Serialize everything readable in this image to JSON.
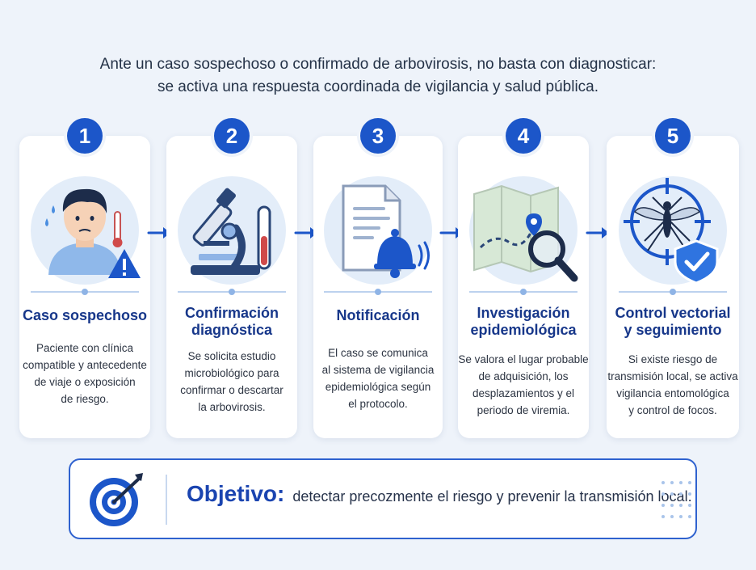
{
  "intro": {
    "line1": "Ante un caso sospechoso o confirmado de arbovirosis, no basta con diagnosticar:",
    "line2": "se activa una respuesta coordinada de vigilancia y salud pública."
  },
  "steps": [
    {
      "number": "1",
      "title": [
        "Caso sospechoso",
        ""
      ],
      "desc": [
        "Paciente con clínica",
        "compatible y antecedente",
        "de viaje o exposición",
        "de riesgo."
      ],
      "icon": "patient-warning-icon"
    },
    {
      "number": "2",
      "title": [
        "Confirmación",
        "diagnóstica"
      ],
      "desc": [
        "Se solicita estudio",
        "microbiológico para",
        "confirmar o descartar",
        "la arbovirosis."
      ],
      "icon": "microscope-icon"
    },
    {
      "number": "3",
      "title": [
        "Notificación",
        ""
      ],
      "desc": [
        "El caso se comunica",
        "al sistema de vigilancia",
        "epidemiológica según",
        "el protocolo."
      ],
      "icon": "document-bell-icon"
    },
    {
      "number": "4",
      "title": [
        "Investigación",
        "epidemiológica"
      ],
      "desc": [
        "Se valora el lugar probable",
        "de adquisición, los",
        "desplazamientos y el",
        "periodo de viremia."
      ],
      "icon": "map-magnifier-icon"
    },
    {
      "number": "5",
      "title": [
        "Control vectorial",
        "y seguimiento"
      ],
      "desc": [
        "Si existe riesgo de",
        "transmisión local, se activa",
        "vigilancia entomológica",
        "y control de focos."
      ],
      "icon": "mosquito-shield-icon"
    }
  ],
  "objective": {
    "label": "Objetivo:",
    "text": "detectar precozmente el riesgo y prevenir la transmisión local.",
    "icon": "target-icon"
  },
  "colors": {
    "accent": "#1c56c9",
    "title": "#17378a",
    "background": "#eef3fa"
  }
}
